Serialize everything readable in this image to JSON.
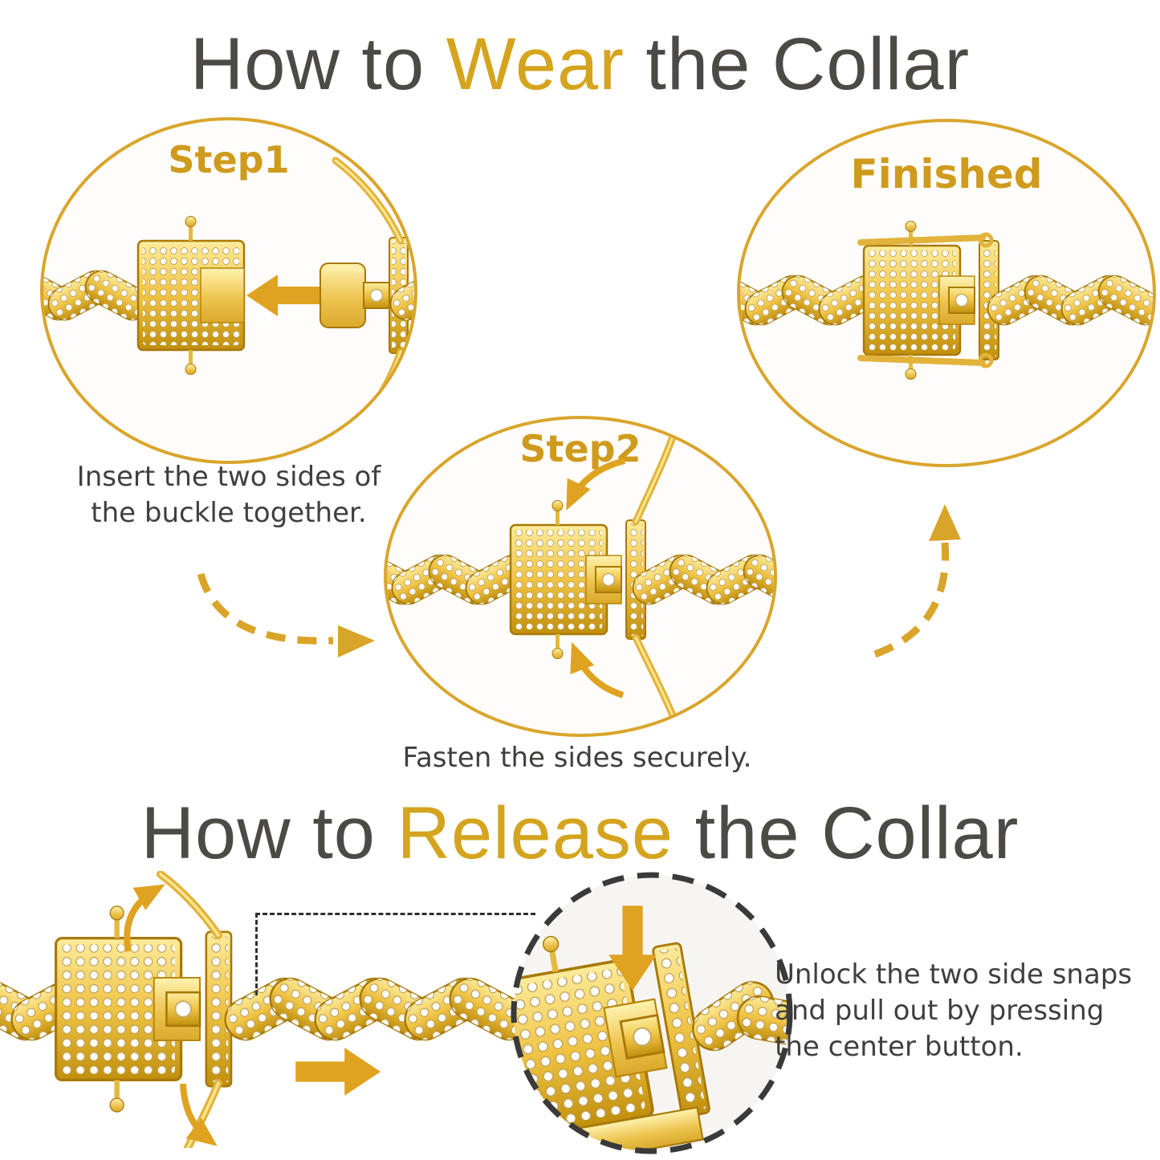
{
  "palette": {
    "gold_highlight_text": "#D5A41E",
    "gold_label": "#CF9B1D",
    "gold_arrow": "#DFA321",
    "gold_circle_stroke": "#D9A52B",
    "title_gray": "#4C4A44",
    "caption_gray": "#3F3F3D",
    "detail_dash_gray": "#3A3A3A",
    "chain_gold_light": "#FCEC9C",
    "chain_gold_dark": "#C08F0C"
  },
  "wear_section": {
    "title": {
      "prefix": "How to ",
      "highlight": "Wear",
      "suffix": " the Collar"
    },
    "step1": {
      "label": "Step1",
      "caption_lines": [
        "Insert the two sides of",
        "the buckle together."
      ]
    },
    "step2": {
      "label": "Step2",
      "caption": "Fasten the sides securely."
    },
    "finished": {
      "label": "Finished"
    }
  },
  "release_section": {
    "title": {
      "prefix": "How to ",
      "highlight": "Release",
      "suffix": " the Collar"
    },
    "caption_lines": [
      "Unlock the two side snaps",
      "and pull out by pressing",
      "the center button."
    ]
  },
  "icons": {
    "insert_arrow": "left-arrow",
    "pull_arrow": "right-arrow",
    "press_arrow": "down-arrow",
    "lever_rotate_arrows": "curved-arrow",
    "flow_arrows": "dashed-curved-arrow",
    "zoom_region": "dashed-rectangle",
    "zoom_lens": "dashed-circle"
  }
}
